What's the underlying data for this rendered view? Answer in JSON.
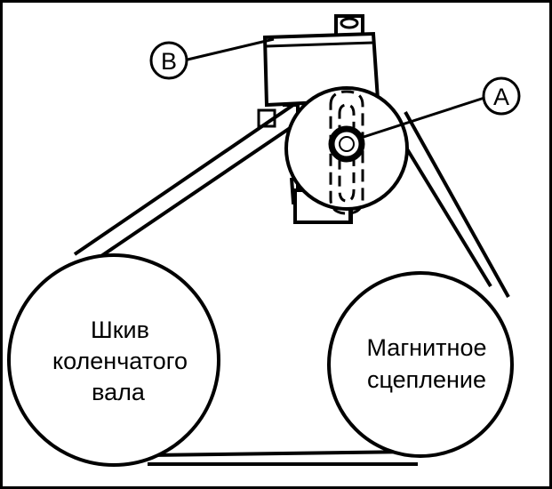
{
  "callouts": {
    "a": "A",
    "b": "B"
  },
  "pulleys": {
    "crankshaft": {
      "label_lines": [
        "Шкив",
        "коленчатого",
        "вала"
      ]
    },
    "magnetic_clutch": {
      "label_lines": [
        "Магнитное",
        "сцепление"
      ]
    }
  },
  "colors": {
    "ink": "#000000",
    "paper": "#ffffff"
  }
}
